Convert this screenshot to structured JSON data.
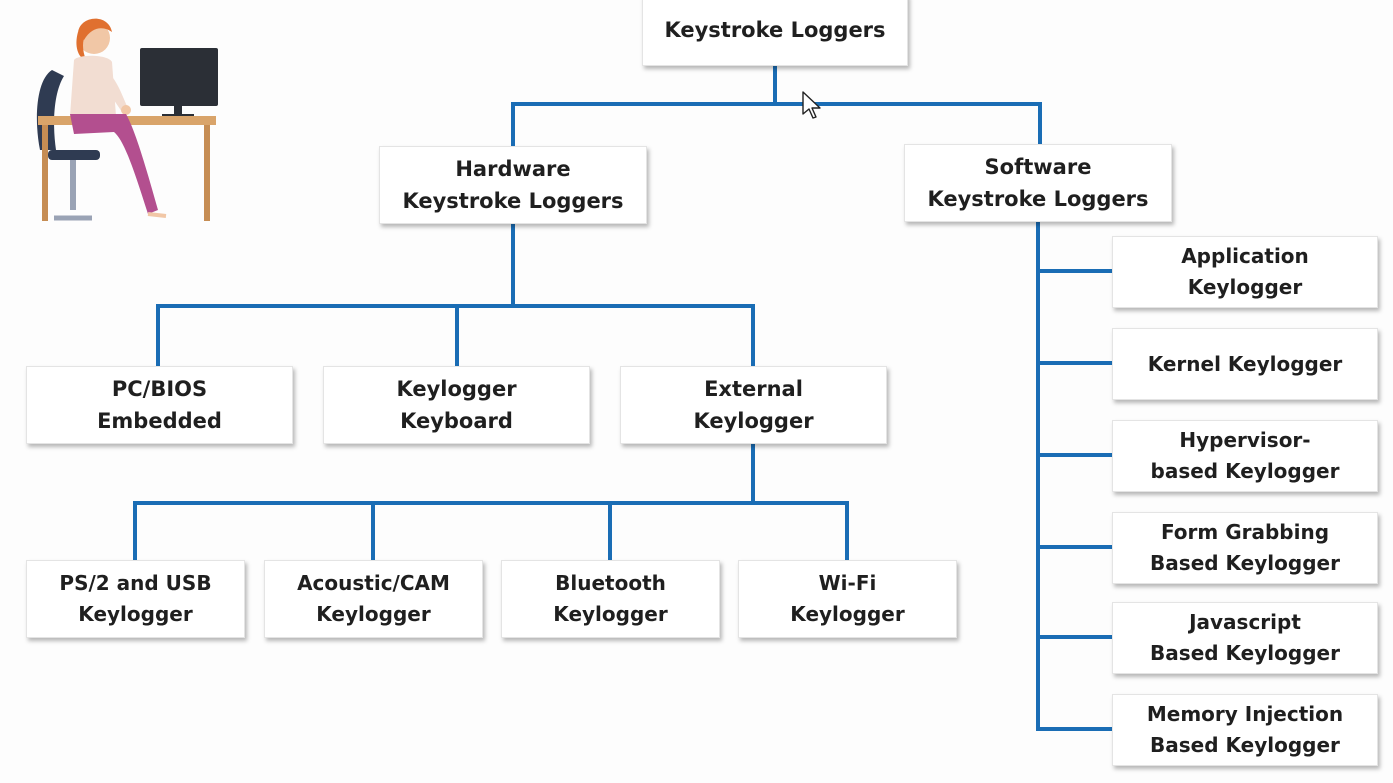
{
  "root": {
    "lines": [
      "Keystroke Loggers"
    ]
  },
  "hardware": {
    "title": {
      "lines": [
        "Hardware",
        "Keystroke Loggers"
      ]
    },
    "types": [
      {
        "lines": [
          "PC/BIOS",
          "Embedded"
        ]
      },
      {
        "lines": [
          "Keylogger",
          "Keyboard"
        ]
      },
      {
        "lines": [
          "External",
          "Keylogger"
        ]
      }
    ],
    "external_types": [
      {
        "lines": [
          "PS/2 and USB",
          "Keylogger"
        ]
      },
      {
        "lines": [
          "Acoustic/CAM",
          "Keylogger"
        ]
      },
      {
        "lines": [
          "Bluetooth",
          "Keylogger"
        ]
      },
      {
        "lines": [
          "Wi-Fi",
          "Keylogger"
        ]
      }
    ]
  },
  "software": {
    "title": {
      "lines": [
        "Software",
        "Keystroke Loggers"
      ]
    },
    "types": [
      {
        "lines": [
          "Application",
          "Keylogger"
        ]
      },
      {
        "lines": [
          "Kernel Keylogger"
        ]
      },
      {
        "lines": [
          "Hypervisor-",
          "based Keylogger"
        ]
      },
      {
        "lines": [
          "Form Grabbing",
          "Based Keylogger"
        ]
      },
      {
        "lines": [
          "Javascript",
          "Based Keylogger"
        ]
      },
      {
        "lines": [
          "Memory Injection",
          "Based Keylogger"
        ]
      }
    ]
  },
  "colors": {
    "connector": "#1a6db5",
    "text": "#1f1f1f",
    "box_border": "#e4e4e4"
  },
  "icons": {
    "illustration": "person-at-computer-illustration",
    "cursor": "mouse-pointer-icon"
  }
}
